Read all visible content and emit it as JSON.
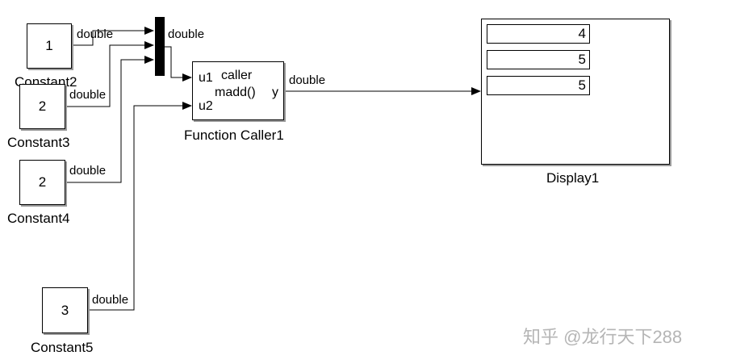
{
  "constants": [
    {
      "name": "Constant2",
      "value": "1",
      "signal_type": "double"
    },
    {
      "name": "Constant3",
      "value": "2",
      "signal_type": "double"
    },
    {
      "name": "Constant4",
      "value": "2",
      "signal_type": "double"
    },
    {
      "name": "Constant5",
      "value": "3",
      "signal_type": "double"
    }
  ],
  "mux": {
    "output_type": "double"
  },
  "function_caller": {
    "name": "Function Caller1",
    "ports_in": [
      "u1",
      "u2"
    ],
    "port_out": "y",
    "caption_line1": "caller",
    "caption_line2": "madd()",
    "output_type": "double"
  },
  "display": {
    "name": "Display1",
    "values": [
      "4",
      "5",
      "5"
    ]
  },
  "watermark": "知乎 @龙行天下288"
}
